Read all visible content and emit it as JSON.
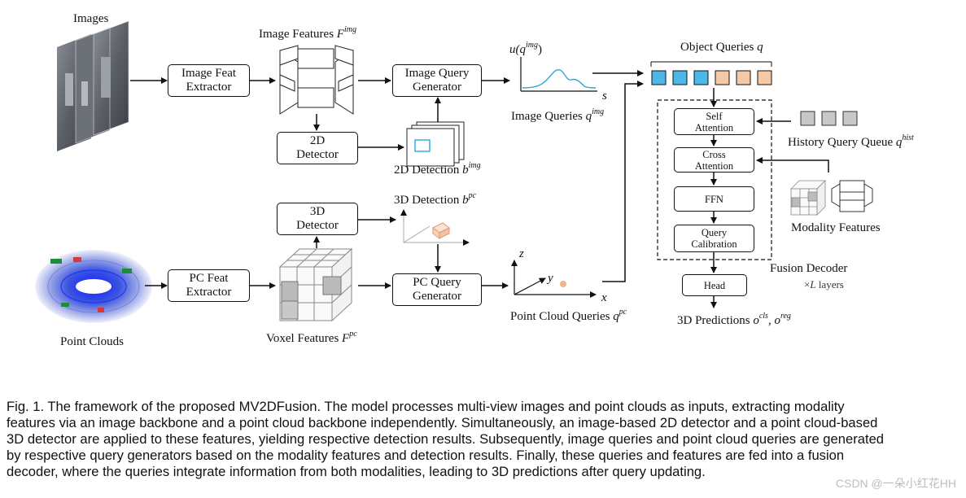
{
  "labels": {
    "images": "Images",
    "image_features": "Image Features",
    "image_features_sym": "F",
    "image_features_sup": "img",
    "image_queries": "Image Queries",
    "image_queries_sym": "q",
    "image_queries_sup": "img",
    "u_axis": "u(q",
    "u_axis_sup": "img",
    "u_axis_close": ")",
    "s_axis": "s",
    "detection_2d": "2D Detection",
    "detection_2d_sym": "b",
    "detection_2d_sup": "img",
    "detection_3d": "3D Detection",
    "detection_3d_sym": "b",
    "detection_3d_sup": "pc",
    "point_clouds": "Point Clouds",
    "voxel_features": "Voxel Features",
    "voxel_features_sym": "F",
    "voxel_features_sup": "pc",
    "pc_queries": "Point Cloud Queries",
    "pc_queries_sym": "q",
    "pc_queries_sup": "pc",
    "x_axis": "x",
    "y_axis": "y",
    "z_axis": "z",
    "object_queries": "Object Queries",
    "object_queries_sym": "q",
    "history_queue": "History Query Queue",
    "history_queue_sym": "q",
    "history_queue_sup": "hist",
    "modality_features": "Modality Features",
    "fusion_decoder": "Fusion Decoder",
    "layers_mult": "×",
    "layers_sym": "L",
    "layers_text": " layers",
    "predictions": "3D Predictions",
    "pred_o1": "o",
    "pred_o1_sup": "cls",
    "pred_sep": ", ",
    "pred_o2": "o",
    "pred_o2_sup": "reg"
  },
  "boxes": {
    "image_feat_extractor": "Image Feat\nExtractor",
    "image_query_generator": "Image Query\nGenerator",
    "detector_2d": "2D\nDetector",
    "detector_3d": "3D\nDetector",
    "pc_feat_extractor": "PC Feat\nExtractor",
    "pc_query_generator": "PC Query\nGenerator",
    "self_attention": "Self\nAttention",
    "cross_attention": "Cross\nAttention",
    "ffn": "FFN",
    "query_calibration": "Query\nCalibration",
    "head": "Head"
  },
  "colors": {
    "image_query": "#4db8e8",
    "pc_query": "#f5c9a8",
    "history_query": "#c8c8c8",
    "detection_box": "#2aa7d8",
    "pc_point": "#f2b28a",
    "arrow": "#111111"
  },
  "caption": {
    "line1": "Fig. 1. The framework of the proposed MV2DFusion. The model processes multi-view images and point clouds as inputs, extracting modality",
    "line2": "features via an image backbone and a point cloud backbone independently. Simultaneously, an image-based 2D detector and a point cloud-based",
    "line3": "3D detector are applied to these features, yielding respective detection results. Subsequently, image queries and point cloud queries are generated",
    "line4": "by respective query generators based on the modality features and detection results. Finally, these queries and features are fed into a fusion",
    "line5": "decoder, where the queries integrate information from both modalities, leading to 3D predictions after query updating."
  },
  "watermark": "CSDN @一朵小红花HH"
}
